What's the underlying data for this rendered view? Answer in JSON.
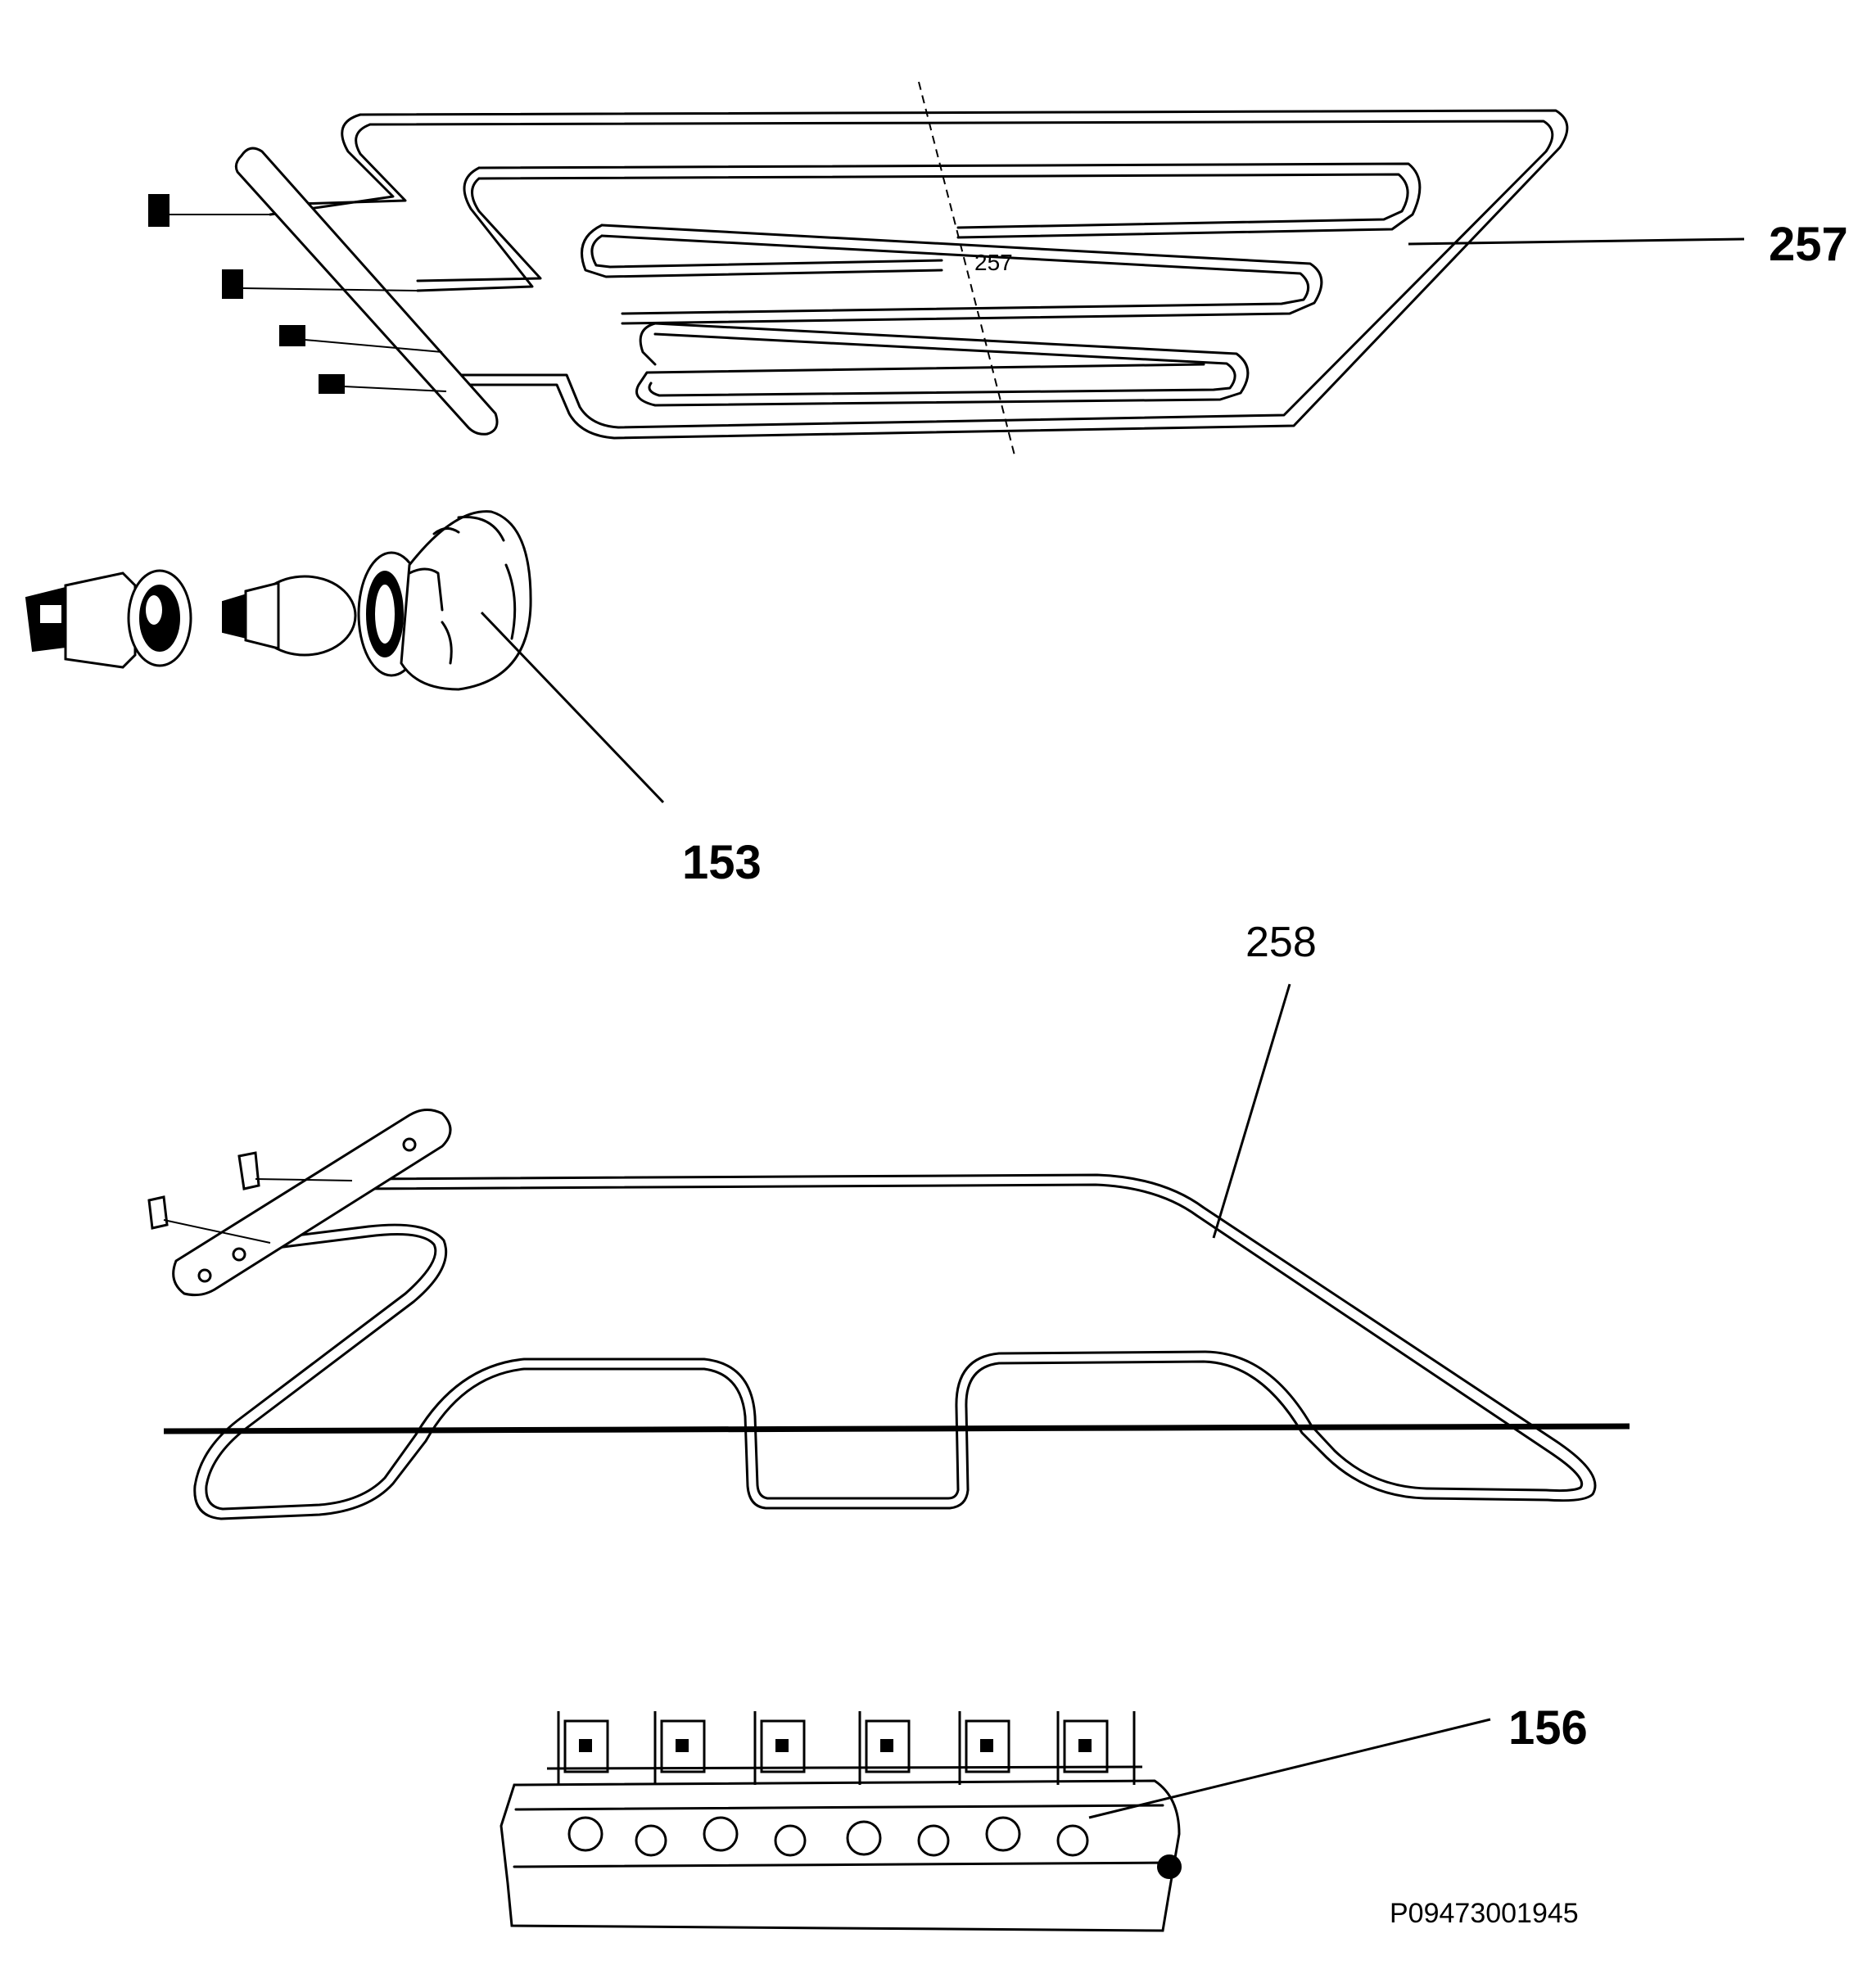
{
  "parts": [
    {
      "id": "257",
      "component": "upper-heating-element"
    },
    {
      "id": "153",
      "component": "oven-lamp-assembly"
    },
    {
      "id": "258",
      "component": "lower-heating-element"
    },
    {
      "id": "156",
      "component": "terminal-block"
    }
  ],
  "labels": {
    "part_257": "257",
    "part_257_inner": "257",
    "part_153": "153",
    "part_258": "258",
    "part_156": "156",
    "diagram_code": "P09473001945"
  },
  "colors": {
    "ink": "#000000",
    "paper": "#ffffff"
  }
}
